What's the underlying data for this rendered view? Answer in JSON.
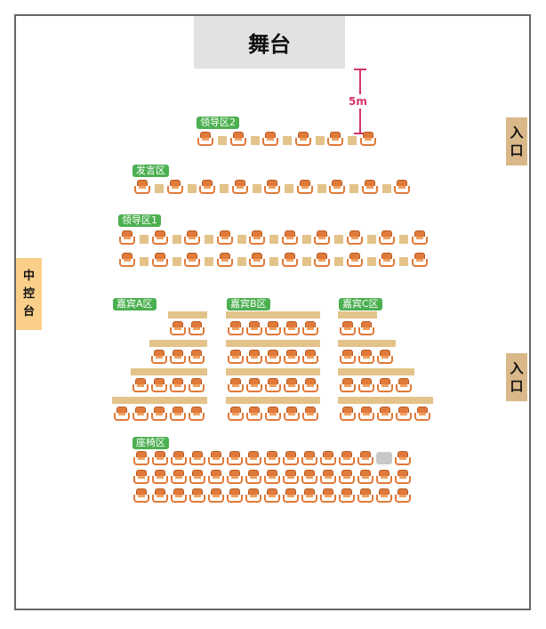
{
  "stage": {
    "label": "舞台"
  },
  "entrances": [
    {
      "label_line1": "入",
      "label_line2": "口"
    },
    {
      "label_line1": "入",
      "label_line2": "口"
    }
  ],
  "control": {
    "line1": "中",
    "line2": "控",
    "line3": "台"
  },
  "dimension": {
    "label": "5m",
    "color": "#d6336c"
  },
  "zones": {
    "leader2": "领导区2",
    "speaker": "发言区",
    "leader1": "领导区1",
    "guest_a": "嘉宾A区",
    "guest_b": "嘉宾B区",
    "guest_c": "嘉宾C区",
    "seating": "座椅区"
  },
  "colors": {
    "chair": "#e07a3a",
    "table": "#e3c38a",
    "zone_tag": "#4caf50",
    "stage": "#e2e2e2",
    "entrance": "#dab88a",
    "control": "#f9cf8a",
    "empty_seat": "#c8c8c8"
  },
  "seat_counts": {
    "leader2_row": 6,
    "speaker_row": 9,
    "leader1_rows": [
      10,
      10
    ],
    "guest_a_rows": [
      2,
      3,
      4,
      5
    ],
    "guest_b_rows": [
      5,
      5,
      5,
      5
    ],
    "guest_c_rows": [
      2,
      3,
      4,
      5
    ],
    "seating_rows": [
      15,
      15,
      15
    ],
    "seating_empty_seat": {
      "row": 1,
      "seat": 14
    }
  }
}
